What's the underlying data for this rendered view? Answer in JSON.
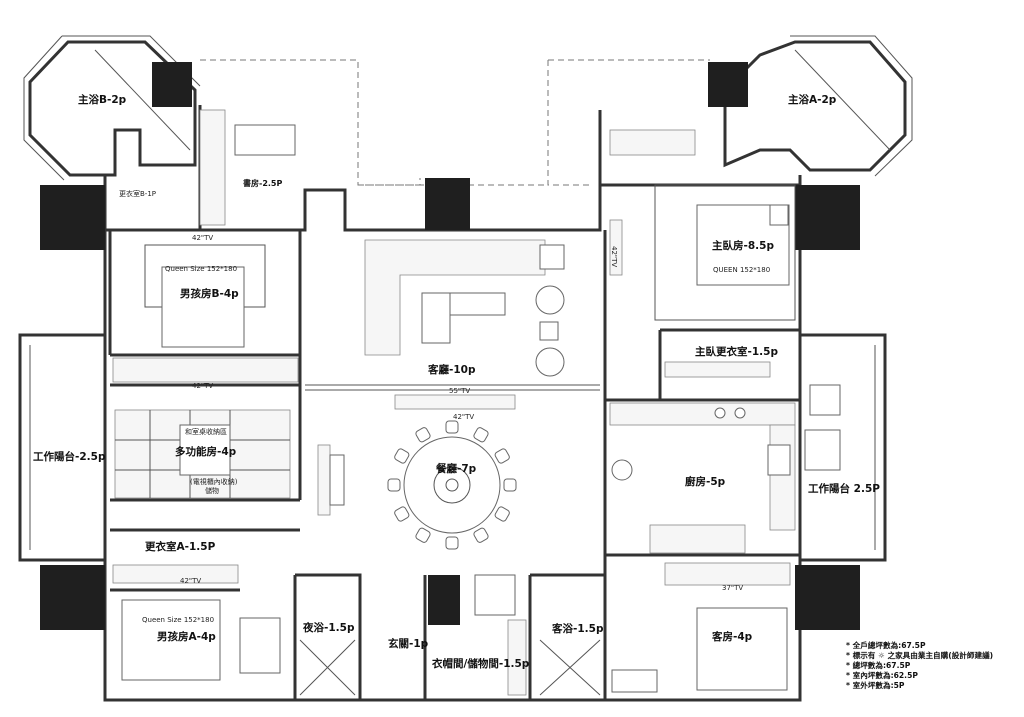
{
  "rooms": [
    {
      "id": "master-bath-b",
      "label": "主浴B-2p"
    },
    {
      "id": "master-bath-a",
      "label": "主浴A-2p"
    },
    {
      "id": "dressing-b",
      "label": "更衣室B-1P"
    },
    {
      "id": "study",
      "label": "書房-2.5P"
    },
    {
      "id": "master-bedroom",
      "label": "主臥房-8.5p"
    },
    {
      "id": "boys-room-b",
      "label": "男孩房B-4p"
    },
    {
      "id": "living-room",
      "label": "客廳-10p"
    },
    {
      "id": "master-closet",
      "label": "主臥更衣室-1.5p"
    },
    {
      "id": "multi-room",
      "label": "多功能房-4p"
    },
    {
      "id": "dining",
      "label": "餐廳-7p"
    },
    {
      "id": "kitchen",
      "label": "廚房-5p"
    },
    {
      "id": "balcony-left",
      "label": "工作陽台-2.5p"
    },
    {
      "id": "balcony-right",
      "label": "工作陽台 2.5P"
    },
    {
      "id": "dressing-a",
      "label": "更衣室A-1.5P"
    },
    {
      "id": "boys-room-a",
      "label": "男孩房A-4p"
    },
    {
      "id": "bath-night",
      "label": "夜浴-1.5p"
    },
    {
      "id": "foyer",
      "label": "玄關-1p"
    },
    {
      "id": "storage",
      "label": "衣帽間/儲物間-1.5p"
    },
    {
      "id": "guest-bath",
      "label": "客浴-1.5p"
    },
    {
      "id": "guest-room",
      "label": "客房-4p"
    }
  ],
  "small_labels": {
    "tv_42_boys_b": "42\"TV",
    "tv_42_multi": "42\"TV",
    "tv_55": "55\"TV",
    "tv_42_living": "42\"TV",
    "tv_42_boys_a": "42\"TV",
    "tv_42_master": "42\"TV",
    "tv_37_guest": "37\"TV",
    "queen_b": "Queen Size 152*180",
    "queen_a": "Queen Size 152*180",
    "queen_master": "QUEEN\n152*180",
    "multi_note_1": "和室桌收納區",
    "multi_note_2": "(電視櫃內收納)",
    "storage_tag": "儲物"
  },
  "notes": [
    "* 全戶總坪數為:67.5P",
    "* 標示有 ☼ 之家具由業主自購(設計師建議)",
    "* 總坪數為:67.5P",
    "* 室內坪數為:62.5P",
    "* 室外坪數為:5P"
  ]
}
